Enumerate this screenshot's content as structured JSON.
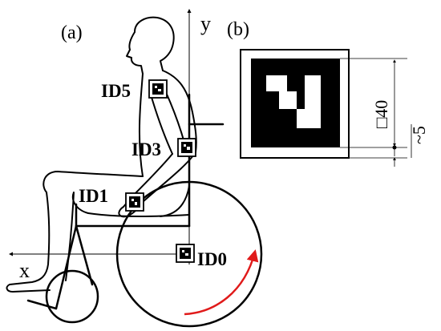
{
  "panel_a": {
    "label": "(a)",
    "axis_x_label": "x",
    "axis_y_label": "y",
    "markers": [
      {
        "id": "ID5"
      },
      {
        "id": "ID3"
      },
      {
        "id": "ID1"
      },
      {
        "id": "ID0"
      }
    ],
    "arrow_color": "#e01a1a"
  },
  "panel_b": {
    "label": "(b)",
    "dimension_inner": "□40",
    "dimension_gap": "~5"
  }
}
